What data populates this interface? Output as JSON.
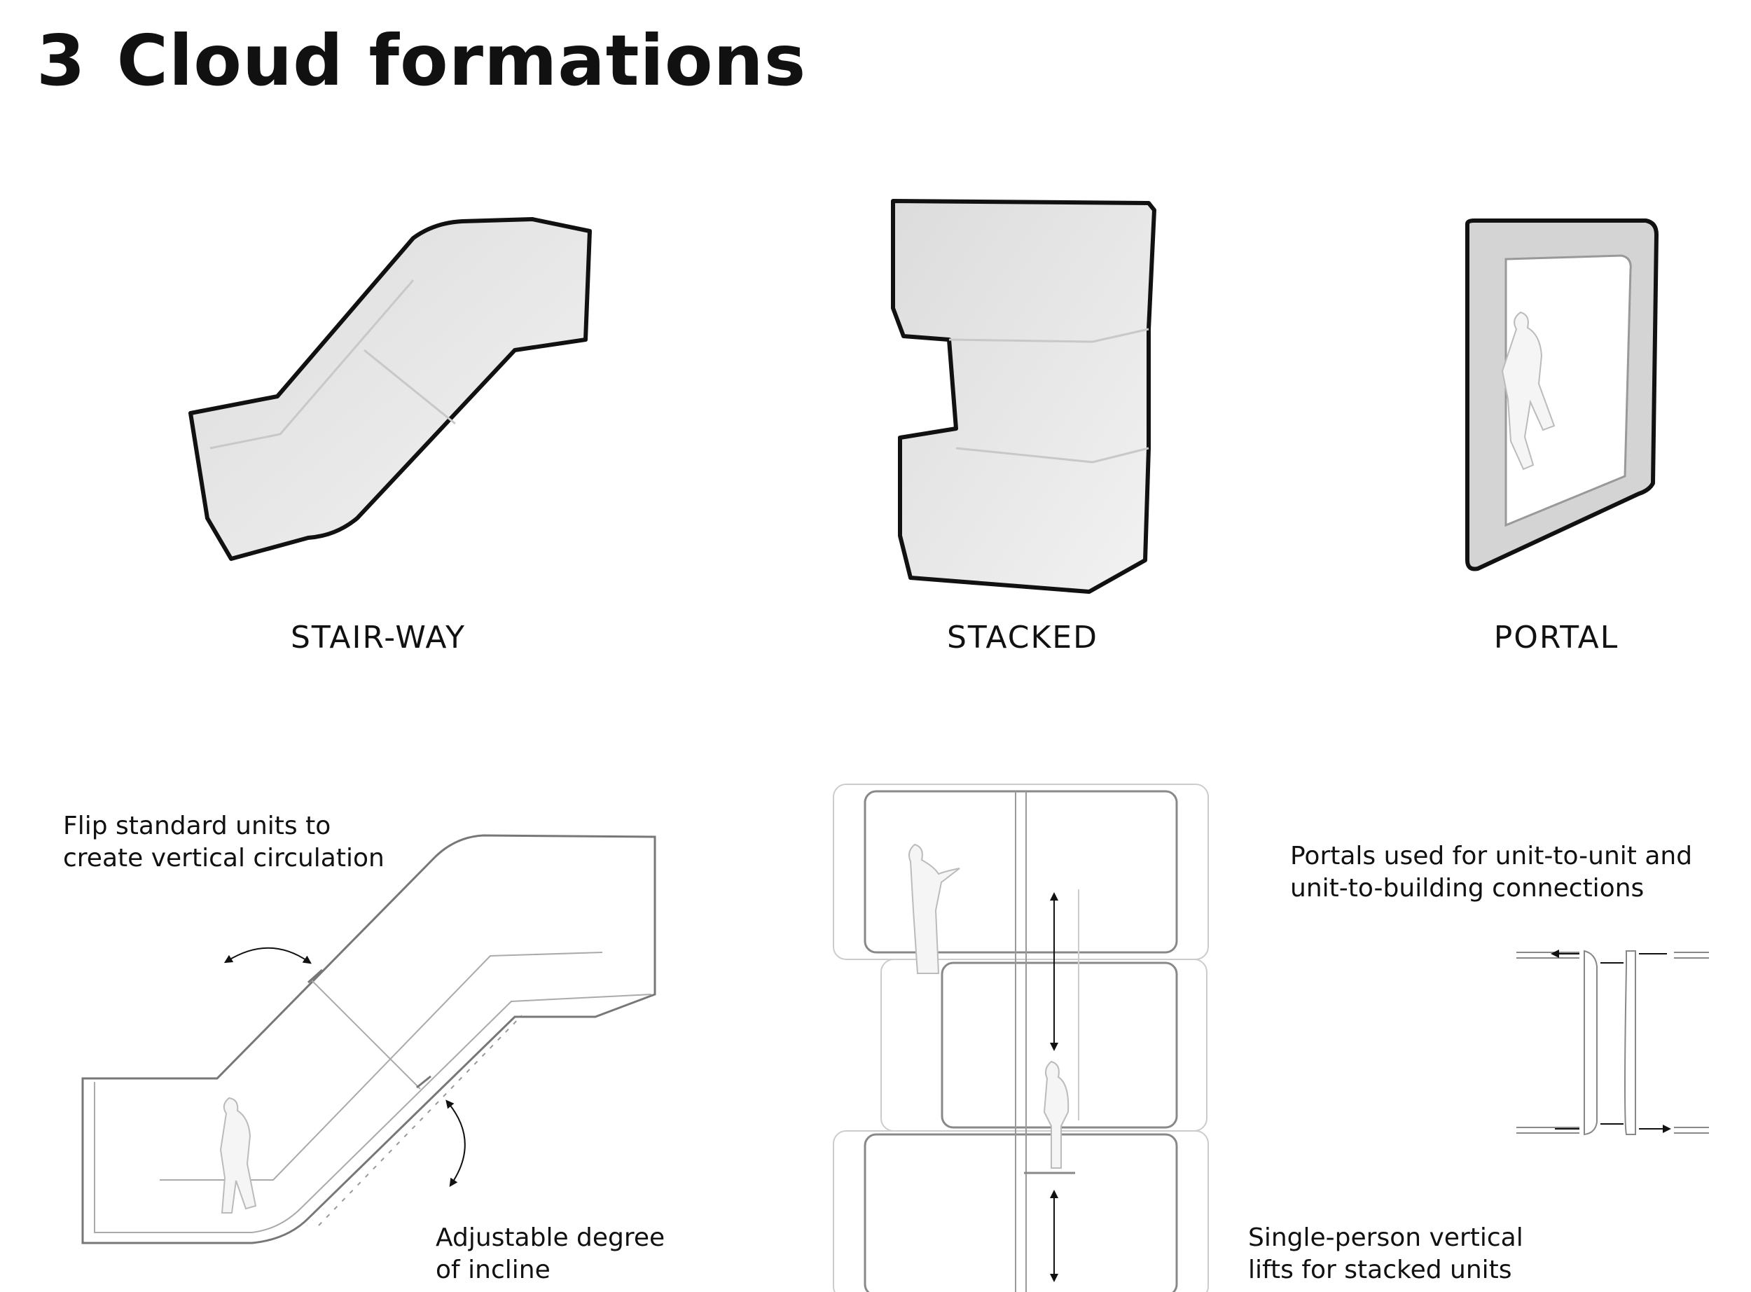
{
  "header": {
    "number": "3",
    "title": "Cloud formations"
  },
  "formations": [
    {
      "label": "STAIR-WAY"
    },
    {
      "label": "STACKED"
    },
    {
      "label": "PORTAL"
    }
  ],
  "notes": {
    "stairway_top": [
      "Flip standard units to",
      "create vertical circulation"
    ],
    "stairway_bottom": [
      "Adjustable degree",
      "of incline"
    ],
    "portal": [
      "Portals used for unit-to-unit and",
      "unit-to-building connections"
    ],
    "stacked": [
      "Single-person vertical",
      "lifts for stacked units"
    ]
  },
  "colors": {
    "fill": "#e4e4e4",
    "stroke": "#111111",
    "line": "#9a9a9a"
  }
}
